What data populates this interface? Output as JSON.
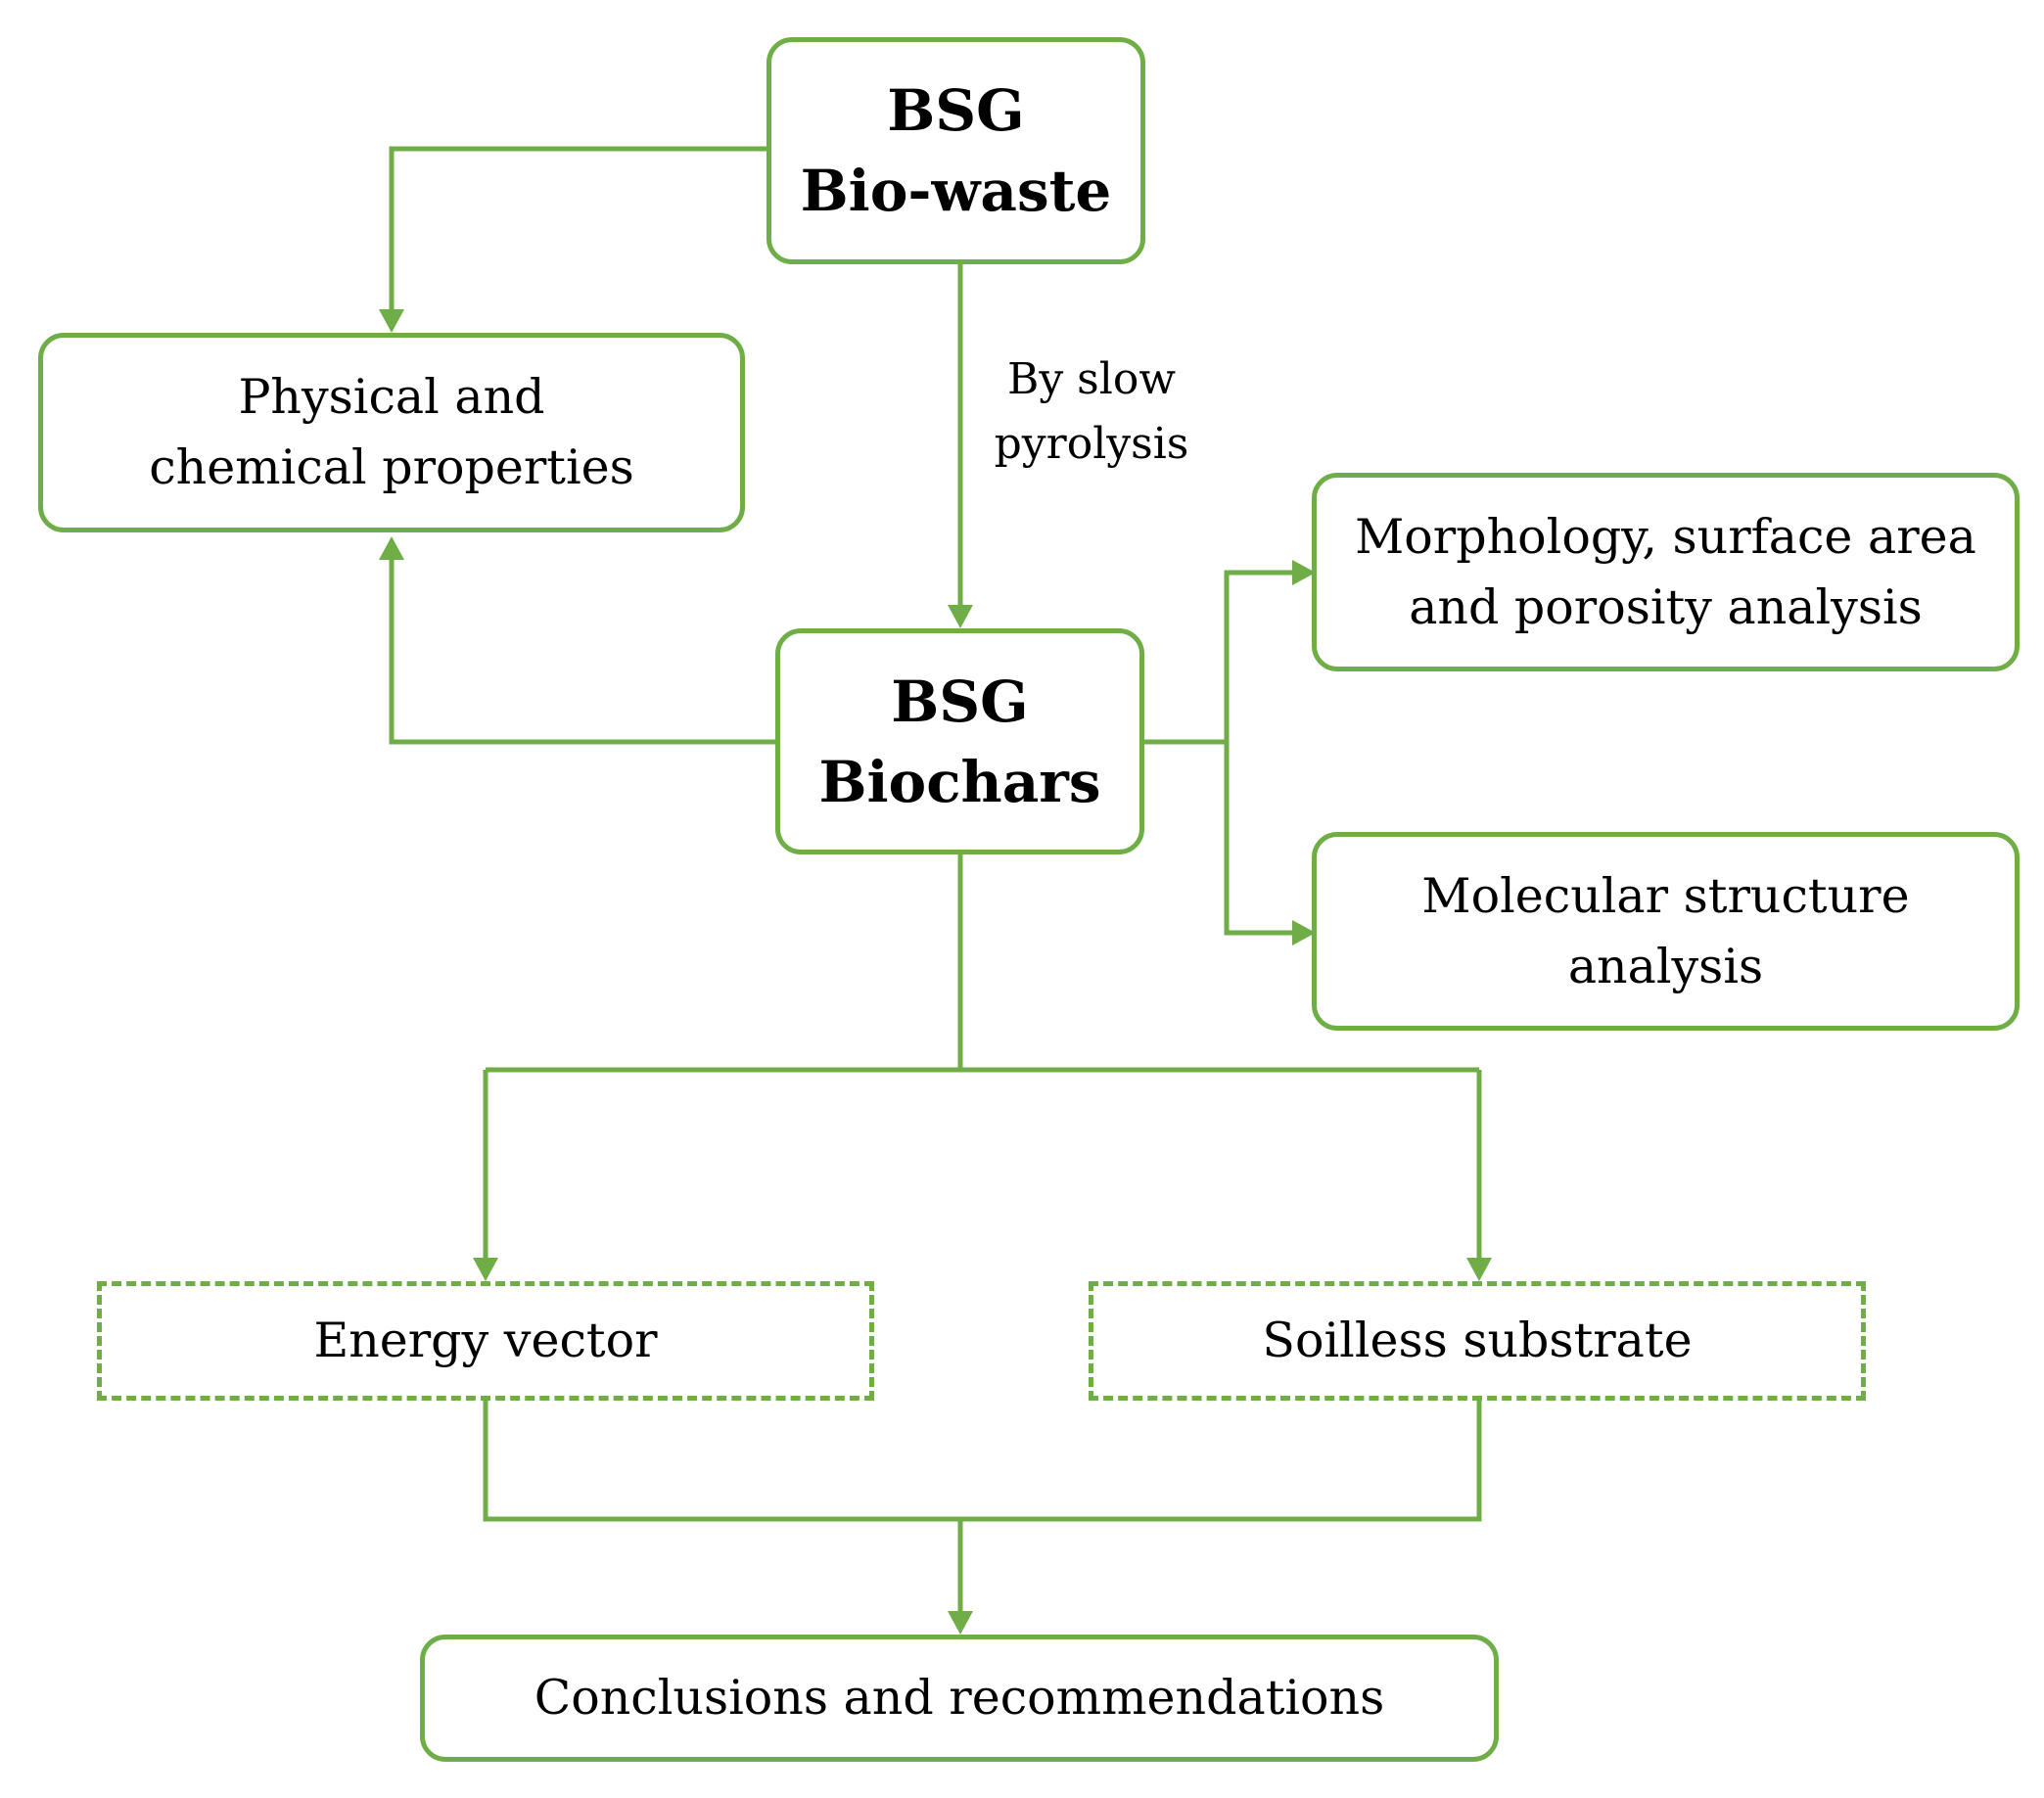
{
  "colors": {
    "stroke": "#6fae46",
    "text": "#000000",
    "background": "#ffffff"
  },
  "nodes": {
    "bio_waste": {
      "lines": [
        "BSG",
        "Bio-waste"
      ]
    },
    "properties": {
      "lines": [
        "Physical and",
        "chemical properties"
      ]
    },
    "biochars": {
      "lines": [
        "BSG",
        "Biochars"
      ]
    },
    "morphology": {
      "lines": [
        "Morphology, surface area",
        "and porosity  analysis"
      ]
    },
    "molecular": {
      "lines": [
        "Molecular structure",
        "analysis"
      ]
    },
    "energy": {
      "lines": [
        "Energy vector"
      ]
    },
    "soilless": {
      "lines": [
        "Soilless substrate"
      ]
    },
    "conclusions": {
      "lines": [
        "Conclusions and recommendations"
      ]
    }
  },
  "edge_labels": {
    "pyrolysis": {
      "lines": [
        "By slow",
        "pyrolysis"
      ]
    }
  }
}
